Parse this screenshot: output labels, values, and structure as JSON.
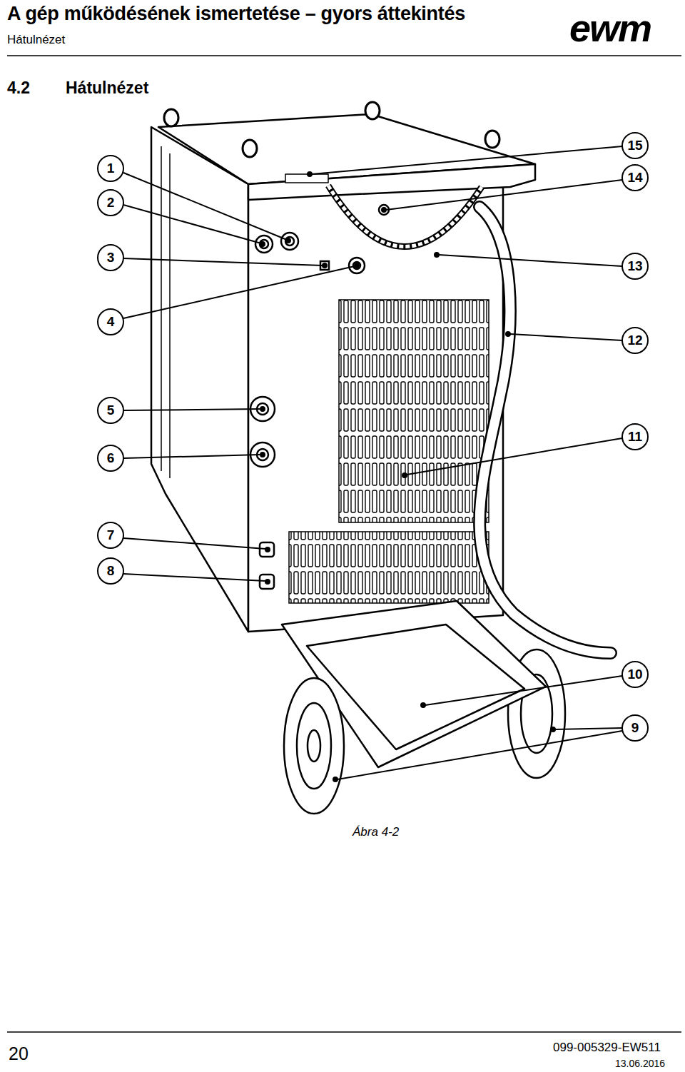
{
  "diagram": {
    "title": "A gép működésének ismertetése – gyors áttekintés",
    "caption": "Ábra 4-2",
    "nodes": [
      {
        "text": [
          "1"
        ]
      },
      {
        "text": [
          "2"
        ]
      },
      {
        "text": [
          "3"
        ]
      },
      {
        "text": [
          "4"
        ]
      },
      {
        "text": [
          "5"
        ]
      },
      {
        "text": [
          "6"
        ]
      },
      {
        "text": [
          "7"
        ]
      },
      {
        "text": [
          "8"
        ]
      },
      {
        "text": [
          "9"
        ]
      },
      {
        "text": [
          "10"
        ]
      },
      {
        "text": [
          "11"
        ]
      },
      {
        "text": [
          "12"
        ]
      },
      {
        "text": [
          "13"
        ]
      },
      {
        "text": [
          "14"
        ]
      },
      {
        "text": [
          "15"
        ]
      }
    ],
    "labels": [
      "Hátulnézet",
      "ewm",
      "4.2",
      "Hátulnézet",
      "20",
      "099-005329-EW511",
      "13.06.2016"
    ]
  }
}
